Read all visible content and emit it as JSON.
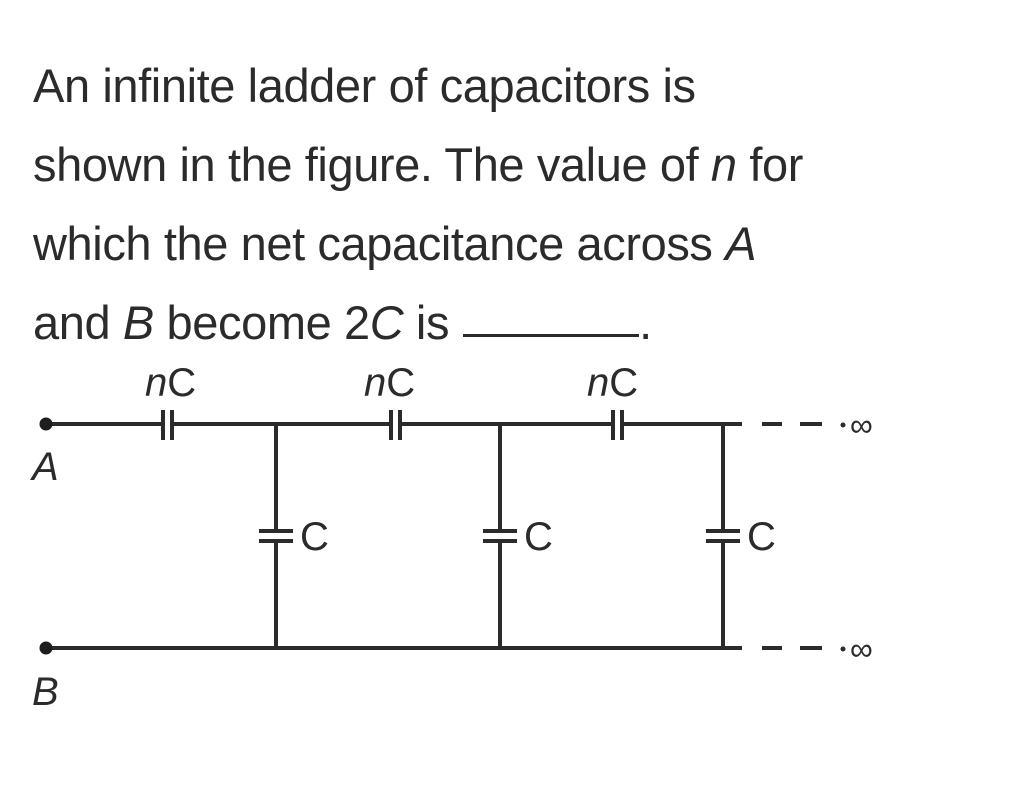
{
  "question": {
    "line1": "An infinite ladder of capacitors is",
    "line2_a": "shown in the figure. The value of ",
    "line2_var": "n",
    "line2_b": " for",
    "line3_a": "which the net capacitance across ",
    "line3_var": "A",
    "line4_a": "and ",
    "line4_var": "B",
    "line4_b": " become 2",
    "line4_var2": "C",
    "line4_c": " is",
    "line4_end": "."
  },
  "diagram": {
    "terminal_a_label": "A",
    "terminal_b_label": "B",
    "series_capacitors": [
      {
        "label": "nC"
      },
      {
        "label": "nC"
      },
      {
        "label": "nC"
      }
    ],
    "shunt_capacitors": [
      {
        "label": "C"
      },
      {
        "label": "C"
      },
      {
        "label": "C"
      }
    ],
    "infinity_top": "∞",
    "infinity_bottom": "∞"
  }
}
